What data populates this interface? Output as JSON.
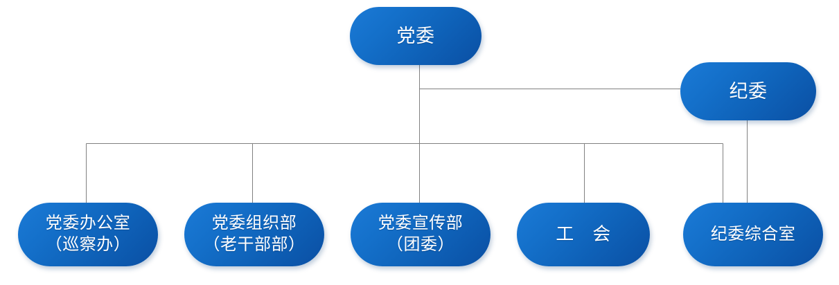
{
  "chart": {
    "type": "org-chart",
    "title": "",
    "accent_color": "#1470ca",
    "accent_color_dark": "#0a4fa3",
    "connector_color": "#808080",
    "text_color": "#ffffff",
    "background": "#ffffff"
  },
  "nodes": {
    "party_committee": {
      "label": "党委",
      "level": 0
    },
    "discipline_committee": {
      "label": "纪委",
      "level": 1
    },
    "party_office": {
      "label": "党委办公室\n（巡察办）",
      "level": 2
    },
    "organization_dept": {
      "label": "党委组织部\n（老干部部）",
      "level": 2
    },
    "propaganda_dept": {
      "label": "党委宣传部\n（团委）",
      "level": 2
    },
    "labor_union": {
      "label": "工　会",
      "level": 2
    },
    "discipline_office": {
      "label": "纪委综合室",
      "level": 2
    }
  },
  "edges": [
    {
      "from": "party_committee",
      "to": "discipline_committee"
    },
    {
      "from": "party_committee",
      "to": "party_office"
    },
    {
      "from": "party_committee",
      "to": "organization_dept"
    },
    {
      "from": "party_committee",
      "to": "propaganda_dept"
    },
    {
      "from": "party_committee",
      "to": "labor_union"
    },
    {
      "from": "party_committee",
      "to": "discipline_office"
    },
    {
      "from": "discipline_committee",
      "to": "discipline_office"
    }
  ]
}
